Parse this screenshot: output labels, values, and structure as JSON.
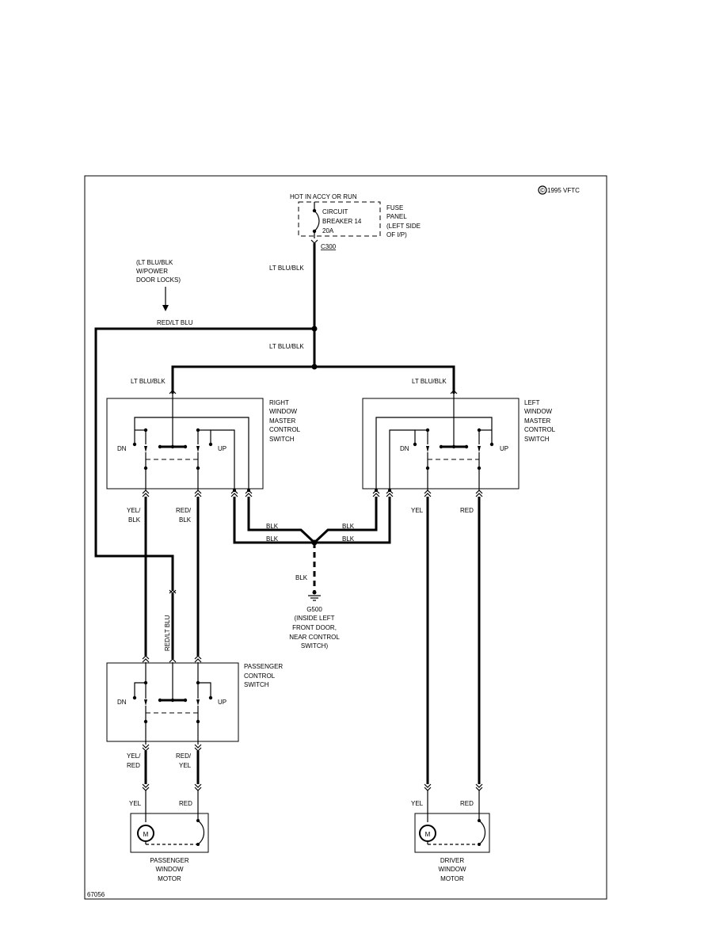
{
  "copyright": "1995 VFTC",
  "copyright_mark": "©",
  "figure_id": "67056",
  "power": {
    "hot_label": "HOT IN ACCY OR RUN",
    "breaker_line1": "CIRCUIT",
    "breaker_line2": "BREAKER 14",
    "breaker_rating": "20A",
    "fuse_panel": [
      "FUSE",
      "PANEL",
      "(LEFT SIDE",
      "OF I/P)"
    ],
    "connector": "C300"
  },
  "note": [
    "(LT BLU/BLK",
    "W/POWER",
    "DOOR LOCKS)"
  ],
  "wires": {
    "lt_blu_blk": "LT BLU/BLK",
    "red_lt_blu": "RED/LT BLU",
    "blk": "BLK",
    "yel": "YEL",
    "red": "RED",
    "yel_blk": [
      "YEL/",
      "BLK"
    ],
    "red_blk": [
      "RED/",
      "BLK"
    ],
    "yel_red": [
      "YEL/",
      "RED"
    ],
    "red_yel": [
      "RED/",
      "YEL"
    ]
  },
  "switches": {
    "right_master": [
      "RIGHT",
      "WINDOW",
      "MASTER",
      "CONTROL",
      "SWITCH"
    ],
    "left_master": [
      "LEFT",
      "WINDOW",
      "MASTER",
      "CONTROL",
      "SWITCH"
    ],
    "passenger": [
      "PASSENGER",
      "CONTROL",
      "SWITCH"
    ],
    "dn": "DN",
    "up": "UP"
  },
  "ground": {
    "id": "G500",
    "desc": [
      "(INSIDE LEFT",
      "FRONT DOOR,",
      "NEAR CONTROL",
      "SWITCH)"
    ]
  },
  "motors": {
    "symbol": "M",
    "passenger": [
      "PASSENGER",
      "WINDOW",
      "MOTOR"
    ],
    "driver": [
      "DRIVER",
      "WINDOW",
      "MOTOR"
    ]
  }
}
